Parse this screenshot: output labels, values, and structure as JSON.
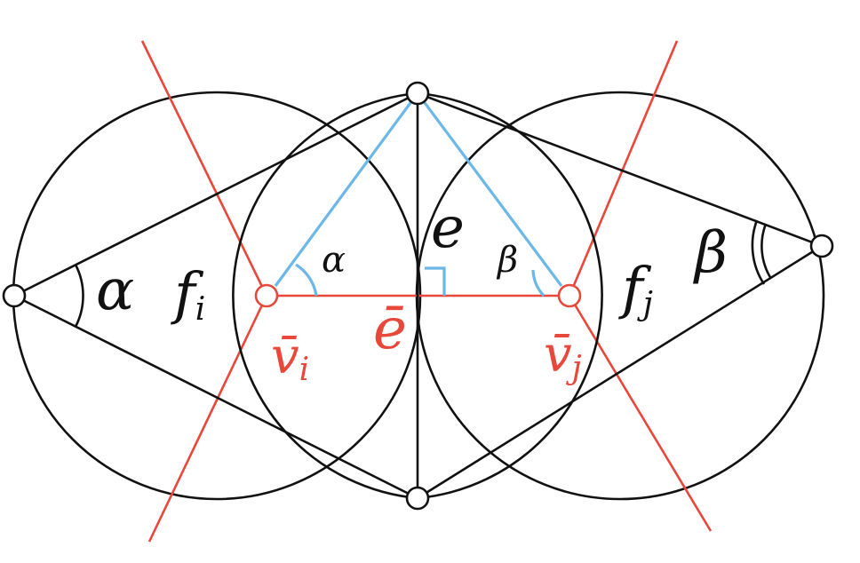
{
  "colors": {
    "black": "#111111",
    "red": "#e8473a",
    "blue": "#6bb8e8",
    "node_fill": "#ffffff"
  },
  "labels": {
    "alpha_left": "α",
    "f_i": "f",
    "f_i_sub": "i",
    "e": "e",
    "alpha_inner": "α",
    "beta_inner": "β",
    "f_j": "f",
    "f_j_sub": "j",
    "beta_right": "β",
    "e_bar": "ē",
    "v_i": "v̄",
    "v_i_sub": "i",
    "v_j": "v̄",
    "v_j_sub": "j"
  }
}
